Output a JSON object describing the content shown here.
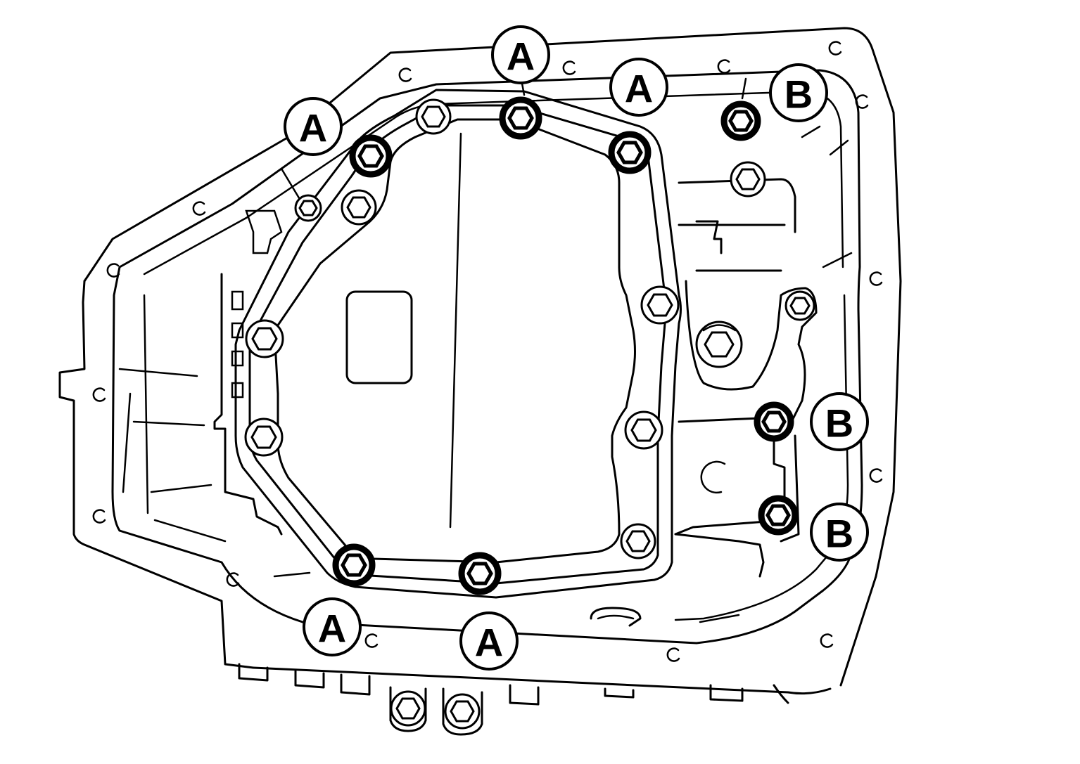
{
  "callouts": {
    "a1": "A",
    "a2": "A",
    "a3": "A",
    "a4": "A",
    "a5": "A",
    "b1": "B",
    "b2": "B",
    "b3": "B"
  }
}
